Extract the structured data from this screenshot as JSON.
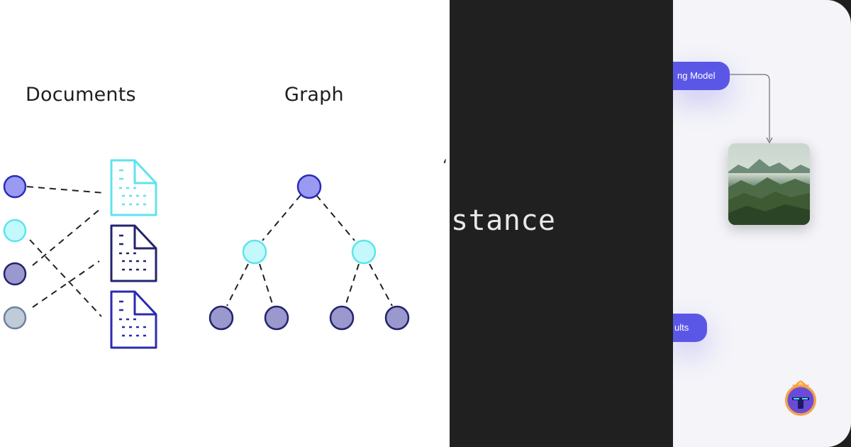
{
  "left_panel": {
    "documents_heading": "Documents",
    "graph_heading": "Graph",
    "stray_mark": "‘"
  },
  "middle_panel": {
    "code_text": "stance"
  },
  "right_panel": {
    "model_pill": "ng Model",
    "results_pill": "ults",
    "photo": "mountain-landscape",
    "logo": "helmet-flame-logo"
  },
  "colors": {
    "node_blue": "#9a9af2",
    "node_cyan": "#c4f9fb",
    "node_navy": "#9a98cc",
    "node_gray": "#c0cbd8",
    "doc_cyan": "#5fe3ee",
    "doc_navy": "#23236e",
    "doc_blue": "#2b2bb0",
    "accent_purple": "#5b57e6"
  }
}
